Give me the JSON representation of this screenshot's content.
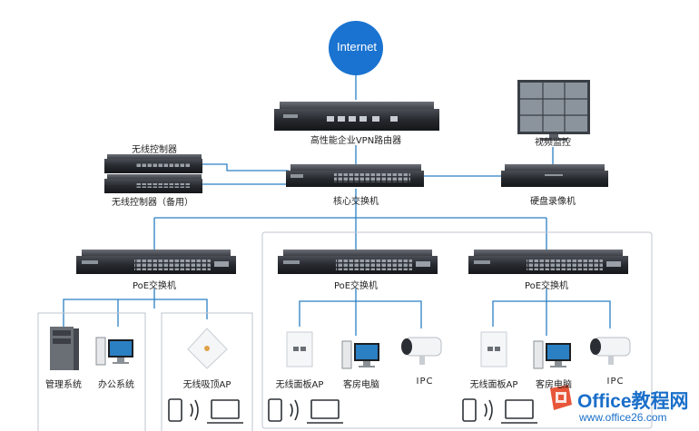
{
  "internet": {
    "label": "Internet"
  },
  "vpn_router": {
    "label": "高性能企业VPN路由器"
  },
  "wireless_controller": {
    "label": "无线控制器"
  },
  "wireless_controller_backup": {
    "label": "无线控制器（备用）"
  },
  "core_switch": {
    "label": "核心交换机"
  },
  "video_monitor": {
    "label": "视频监控"
  },
  "nvr": {
    "label": "硬盘录像机"
  },
  "poe_switch_left": {
    "label": "PoE交换机"
  },
  "poe_switch_mid": {
    "label": "PoE交换机"
  },
  "poe_switch_right": {
    "label": "PoE交换机"
  },
  "left_group": {
    "mgmt": "管理系统",
    "office": "办公系统",
    "ceiling_ap": "无线吸顶AP"
  },
  "mid_group": {
    "panel_ap": "无线面板AP",
    "guest_pc": "客房电脑",
    "ipc": "IPC"
  },
  "right_group": {
    "panel_ap": "无线面板AP",
    "guest_pc": "客房电脑",
    "ipc": "IPC"
  },
  "watermark": {
    "title": "Office教程网",
    "url": "www.office26.com"
  },
  "colors": {
    "line": "#2b7fc3",
    "internet": "#1a73d0",
    "device": "#2a2d33",
    "box": "#bfc6cc"
  }
}
